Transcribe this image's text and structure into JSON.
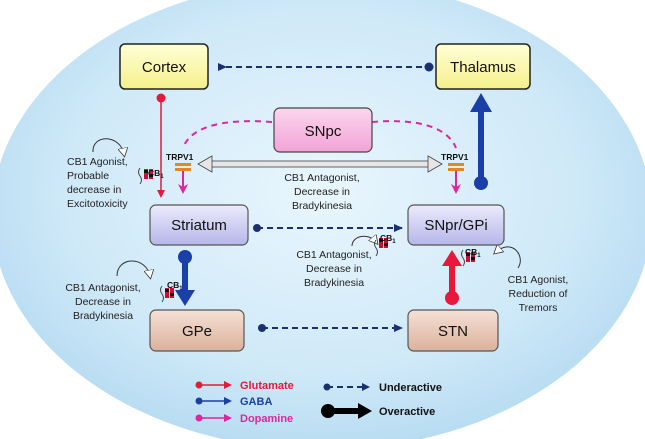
{
  "nodes": {
    "cortex": "Cortex",
    "thalamus": "Thalamus",
    "snpc": "SNpc",
    "striatum": "Striatum",
    "snpr_gpi": "SNpr/GPi",
    "gpe": "GPe",
    "stn": "STN"
  },
  "receptors": {
    "trpv1": "TRPV1",
    "cb1": "CB1"
  },
  "annotations": {
    "cb1_agonist_left": [
      "CB1 Agonist,",
      "Probable",
      "decrease in",
      "Excitotoxicity"
    ],
    "cb1_antagonist_center": [
      "CB1 Antagonist,",
      "Decrease in",
      "Bradykinesia"
    ],
    "cb1_antagonist_mid": [
      "CB1 Antagonist,",
      "Decrease in",
      "Bradykinesia"
    ],
    "cb1_antagonist_left": [
      "CB1 Antagonist,",
      "Decrease in",
      "Bradykinesia"
    ],
    "cb1_agonist_right": [
      "CB1 Agonist,",
      "Reduction of",
      "Tremors"
    ]
  },
  "legend": {
    "glutamate": "Glutamate",
    "gaba": "GABA",
    "dopamine": "Dopamine",
    "underactive": "Underactive",
    "overactive": "Overactive"
  },
  "colors": {
    "glutamate": "#e8183a",
    "gaba": "#1a3fa8",
    "dopamine": "#e0259c",
    "underactive": "#1a3070",
    "yellow_box": "#ffffb0",
    "pink_box": "#f7b8e0",
    "lavender_box": "#c8c8f2",
    "brown_box": "#e9c9b9"
  }
}
